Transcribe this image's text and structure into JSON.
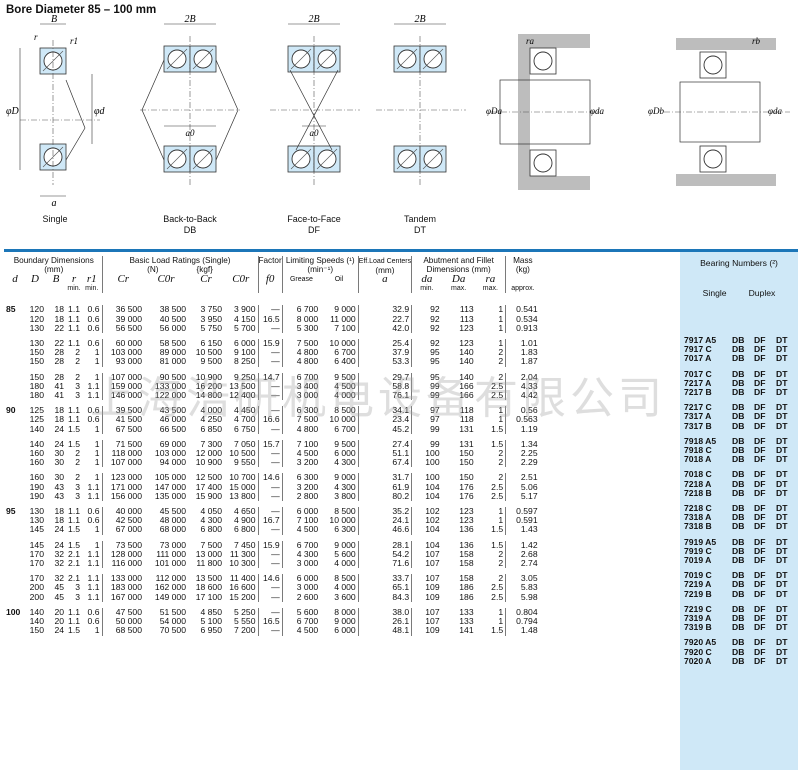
{
  "header": {
    "title": "Bore Diameter   85 – 100 mm"
  },
  "figures": {
    "single": {
      "label": "Single",
      "sub": ""
    },
    "db": {
      "label": "Back-to-Back",
      "sub": "DB"
    },
    "df": {
      "label": "Face-to-Face",
      "sub": "DF"
    },
    "dt": {
      "label": "Tandem",
      "sub": "DT"
    },
    "dim_B": "B",
    "dim_2B": "2B",
    "dim_r": "r",
    "dim_r1": "r1",
    "dim_a": "a",
    "dim_a0": "a0",
    "dim_D": "φD",
    "dim_d": "φd",
    "dim_Da": "φDa",
    "dim_da": "φda",
    "dim_Db": "φDb",
    "dim_ra": "ra",
    "dim_rb": "rb"
  },
  "table": {
    "h_boundary": "Boundary Dimensions",
    "h_boundary_unit": "(mm)",
    "h_load": "Basic Load Ratings (Single)",
    "h_load_n": "(N)",
    "h_load_kgf": "{kgf}",
    "h_factor": "Factor",
    "h_speed": "Limiting Speeds (¹)",
    "h_speed_unit": "(min⁻¹)",
    "h_grease": "Grease",
    "h_oil": "Oil",
    "h_eff": "Eff.Load Centers",
    "h_eff_unit": "(mm)",
    "h_abut": "Abutment and Fillet Dimensions (mm)",
    "h_mass": "Mass",
    "h_mass_unit": "(kg)",
    "s_d": "d",
    "s_D": "D",
    "s_B": "B",
    "s_r": "r",
    "s_r1": "r1",
    "s_cr": "Cr",
    "s_c0r": "C0r",
    "s_cr2": "Cr",
    "s_c0r2": "C0r",
    "s_f0": "f0",
    "s_a": "a",
    "s_da": "da",
    "s_Da": "Da",
    "s_ra": "ra",
    "min": "min.",
    "max": "max.",
    "approx": "approx."
  },
  "side": {
    "title": "Bearing Numbers (²)",
    "single": "Single",
    "duplex": "Duplex"
  },
  "watermark": "上海浩研机电设备有限公司",
  "groups": [
    {
      "d": "85",
      "rows": [
        [
          "120",
          "18",
          "1.1",
          "0.6",
          "36 500",
          "38 500",
          "3 750",
          "3 900",
          "—",
          "6 700",
          "9 000",
          "32.9",
          "92",
          "113",
          "1",
          "0.541",
          "7917 A5",
          "DB",
          "DF",
          "DT"
        ],
        [
          "120",
          "18",
          "1.1",
          "0.6",
          "39 000",
          "40 500",
          "3 950",
          "4 150",
          "16.5",
          "8 000",
          "11 000",
          "22.7",
          "92",
          "113",
          "1",
          "0.534",
          "7917 C",
          "DB",
          "DF",
          "DT"
        ],
        [
          "130",
          "22",
          "1.1",
          "0.6",
          "56 500",
          "56 000",
          "5 750",
          "5 700",
          "—",
          "5 300",
          "7 100",
          "42.0",
          "92",
          "123",
          "1",
          "0.913",
          "7017 A",
          "DB",
          "DF",
          "DT"
        ]
      ]
    },
    {
      "d": "",
      "rows": [
        [
          "130",
          "22",
          "1.1",
          "0.6",
          "60 000",
          "58 500",
          "6 150",
          "6 000",
          "15.9",
          "7 500",
          "10 000",
          "25.4",
          "92",
          "123",
          "1",
          "1.01",
          "7017 C",
          "DB",
          "DF",
          "DT"
        ],
        [
          "150",
          "28",
          "2",
          "1",
          "103 000",
          "89 000",
          "10 500",
          "9 100",
          "—",
          "4 800",
          "6 700",
          "37.9",
          "95",
          "140",
          "2",
          "1.83",
          "7217 A",
          "DB",
          "DF",
          "DT"
        ],
        [
          "150",
          "28",
          "2",
          "1",
          "93 000",
          "81 000",
          "9 500",
          "8 250",
          "—",
          "4 800",
          "6 400",
          "53.3",
          "95",
          "140",
          "2",
          "1.87",
          "7217 B",
          "DB",
          "DF",
          "DT"
        ]
      ]
    },
    {
      "d": "",
      "rows": [
        [
          "150",
          "28",
          "2",
          "1",
          "107 000",
          "90 500",
          "10 900",
          "9 250",
          "14.7",
          "6 700",
          "9 500",
          "29.7",
          "95",
          "140",
          "2",
          "2.04",
          "7217 C",
          "DB",
          "DF",
          "DT"
        ],
        [
          "180",
          "41",
          "3",
          "1.1",
          "159 000",
          "133 000",
          "16 200",
          "13 500",
          "—",
          "3 400",
          "4 500",
          "58.8",
          "99",
          "166",
          "2.5",
          "4.33",
          "7317 A",
          "DB",
          "DF",
          "DT"
        ],
        [
          "180",
          "41",
          "3",
          "1.1",
          "146 000",
          "122 000",
          "14 800",
          "12 400",
          "—",
          "3 000",
          "4 000",
          "76.1",
          "99",
          "166",
          "2.5",
          "4.42",
          "7317 B",
          "DB",
          "DF",
          "DT"
        ]
      ]
    },
    {
      "d": "90",
      "rows": [
        [
          "125",
          "18",
          "1.1",
          "0.6",
          "39 500",
          "43 500",
          "4 000",
          "4 450",
          "—",
          "6 300",
          "8 500",
          "34.1",
          "97",
          "118",
          "1",
          "0.56",
          "7918 A5",
          "DB",
          "DF",
          "DT"
        ],
        [
          "125",
          "18",
          "1.1",
          "0.6",
          "41 500",
          "46 000",
          "4 250",
          "4 700",
          "16.6",
          "7 500",
          "10 000",
          "23.4",
          "97",
          "118",
          "1",
          "0.563",
          "7918 C",
          "DB",
          "DF",
          "DT"
        ],
        [
          "140",
          "24",
          "1.5",
          "1",
          "67 500",
          "66 500",
          "6 850",
          "6 750",
          "—",
          "4 800",
          "6 700",
          "45.2",
          "99",
          "131",
          "1.5",
          "1.19",
          "7018 A",
          "DB",
          "DF",
          "DT"
        ]
      ]
    },
    {
      "d": "",
      "rows": [
        [
          "140",
          "24",
          "1.5",
          "1",
          "71 500",
          "69 000",
          "7 300",
          "7 050",
          "15.7",
          "7 100",
          "9 500",
          "27.4",
          "99",
          "131",
          "1.5",
          "1.34",
          "7018 C",
          "DB",
          "DF",
          "DT"
        ],
        [
          "160",
          "30",
          "2",
          "1",
          "118 000",
          "103 000",
          "12 000",
          "10 500",
          "—",
          "4 500",
          "6 000",
          "51.1",
          "100",
          "150",
          "2",
          "2.25",
          "7218 A",
          "DB",
          "DF",
          "DT"
        ],
        [
          "160",
          "30",
          "2",
          "1",
          "107 000",
          "94 000",
          "10 900",
          "9 550",
          "—",
          "3 200",
          "4 300",
          "67.4",
          "100",
          "150",
          "2",
          "2.29",
          "7218 B",
          "DB",
          "DF",
          "DT"
        ]
      ]
    },
    {
      "d": "",
      "rows": [
        [
          "160",
          "30",
          "2",
          "1",
          "123 000",
          "105 000",
          "12 500",
          "10 700",
          "14.6",
          "6 300",
          "9 000",
          "31.7",
          "100",
          "150",
          "2",
          "2.51",
          "7218 C",
          "DB",
          "DF",
          "DT"
        ],
        [
          "190",
          "43",
          "3",
          "1.1",
          "171 000",
          "147 000",
          "17 400",
          "15 000",
          "—",
          "3 200",
          "4 300",
          "61.9",
          "104",
          "176",
          "2.5",
          "5.06",
          "7318 A",
          "DB",
          "DF",
          "DT"
        ],
        [
          "190",
          "43",
          "3",
          "1.1",
          "156 000",
          "135 000",
          "15 900",
          "13 800",
          "—",
          "2 800",
          "3 800",
          "80.2",
          "104",
          "176",
          "2.5",
          "5.17",
          "7318 B",
          "DB",
          "DF",
          "DT"
        ]
      ]
    },
    {
      "d": "95",
      "rows": [
        [
          "130",
          "18",
          "1.1",
          "0.6",
          "40 000",
          "45 500",
          "4 050",
          "4 650",
          "—",
          "6 000",
          "8 500",
          "35.2",
          "102",
          "123",
          "1",
          "0.597",
          "7919 A5",
          "DB",
          "DF",
          "DT"
        ],
        [
          "130",
          "18",
          "1.1",
          "0.6",
          "42 500",
          "48 000",
          "4 300",
          "4 900",
          "16.7",
          "7 100",
          "10 000",
          "24.1",
          "102",
          "123",
          "1",
          "0.591",
          "7919 C",
          "DB",
          "DF",
          "DT"
        ],
        [
          "145",
          "24",
          "1.5",
          "1",
          "67 000",
          "68 000",
          "6 800",
          "6 800",
          "—",
          "4 500",
          "6 300",
          "46.6",
          "104",
          "136",
          "1.5",
          "1.43",
          "7019 A",
          "DB",
          "DF",
          "DT"
        ]
      ]
    },
    {
      "d": "",
      "rows": [
        [
          "145",
          "24",
          "1.5",
          "1",
          "73 500",
          "73 000",
          "7 500",
          "7 450",
          "15.9",
          "6 700",
          "9 000",
          "28.1",
          "104",
          "136",
          "1.5",
          "1.42",
          "7019 C",
          "DB",
          "DF",
          "DT"
        ],
        [
          "170",
          "32",
          "2.1",
          "1.1",
          "128 000",
          "111 000",
          "13 000",
          "11 300",
          "—",
          "4 300",
          "5 600",
          "54.2",
          "107",
          "158",
          "2",
          "2.68",
          "7219 A",
          "DB",
          "DF",
          "DT"
        ],
        [
          "170",
          "32",
          "2.1",
          "1.1",
          "116 000",
          "101 000",
          "11 800",
          "10 300",
          "—",
          "3 000",
          "4 000",
          "71.6",
          "107",
          "158",
          "2",
          "2.74",
          "7219 B",
          "DB",
          "DF",
          "DT"
        ]
      ]
    },
    {
      "d": "",
      "rows": [
        [
          "170",
          "32",
          "2.1",
          "1.1",
          "133 000",
          "112 000",
          "13 500",
          "11 400",
          "14.6",
          "6 000",
          "8 500",
          "33.7",
          "107",
          "158",
          "2",
          "3.05",
          "7219 C",
          "DB",
          "DF",
          "DT"
        ],
        [
          "200",
          "45",
          "3",
          "1.1",
          "183 000",
          "162 000",
          "18 600",
          "16 600",
          "—",
          "3 000",
          "4 000",
          "65.1",
          "109",
          "186",
          "2.5",
          "5.83",
          "7319 A",
          "DB",
          "DF",
          "DT"
        ],
        [
          "200",
          "45",
          "3",
          "1.1",
          "167 000",
          "149 000",
          "17 100",
          "15 200",
          "—",
          "2 600",
          "3 600",
          "84.3",
          "109",
          "186",
          "2.5",
          "5.98",
          "7319 B",
          "DB",
          "DF",
          "DT"
        ]
      ]
    },
    {
      "d": "100",
      "rows": [
        [
          "140",
          "20",
          "1.1",
          "0.6",
          "47 500",
          "51 500",
          "4 850",
          "5 250",
          "—",
          "5 600",
          "8 000",
          "38.0",
          "107",
          "133",
          "1",
          "0.804",
          "7920 A5",
          "DB",
          "DF",
          "DT"
        ],
        [
          "140",
          "20",
          "1.1",
          "0.6",
          "50 000",
          "54 000",
          "5 100",
          "5 550",
          "16.5",
          "6 700",
          "9 000",
          "26.1",
          "107",
          "133",
          "1",
          "0.794",
          "7920 C",
          "DB",
          "DF",
          "DT"
        ],
        [
          "150",
          "24",
          "1.5",
          "1",
          "68 500",
          "70 500",
          "6 950",
          "7 200",
          "—",
          "4 500",
          "6 000",
          "48.1",
          "109",
          "141",
          "1.5",
          "1.48",
          "7020 A",
          "DB",
          "DF",
          "DT"
        ]
      ]
    }
  ]
}
